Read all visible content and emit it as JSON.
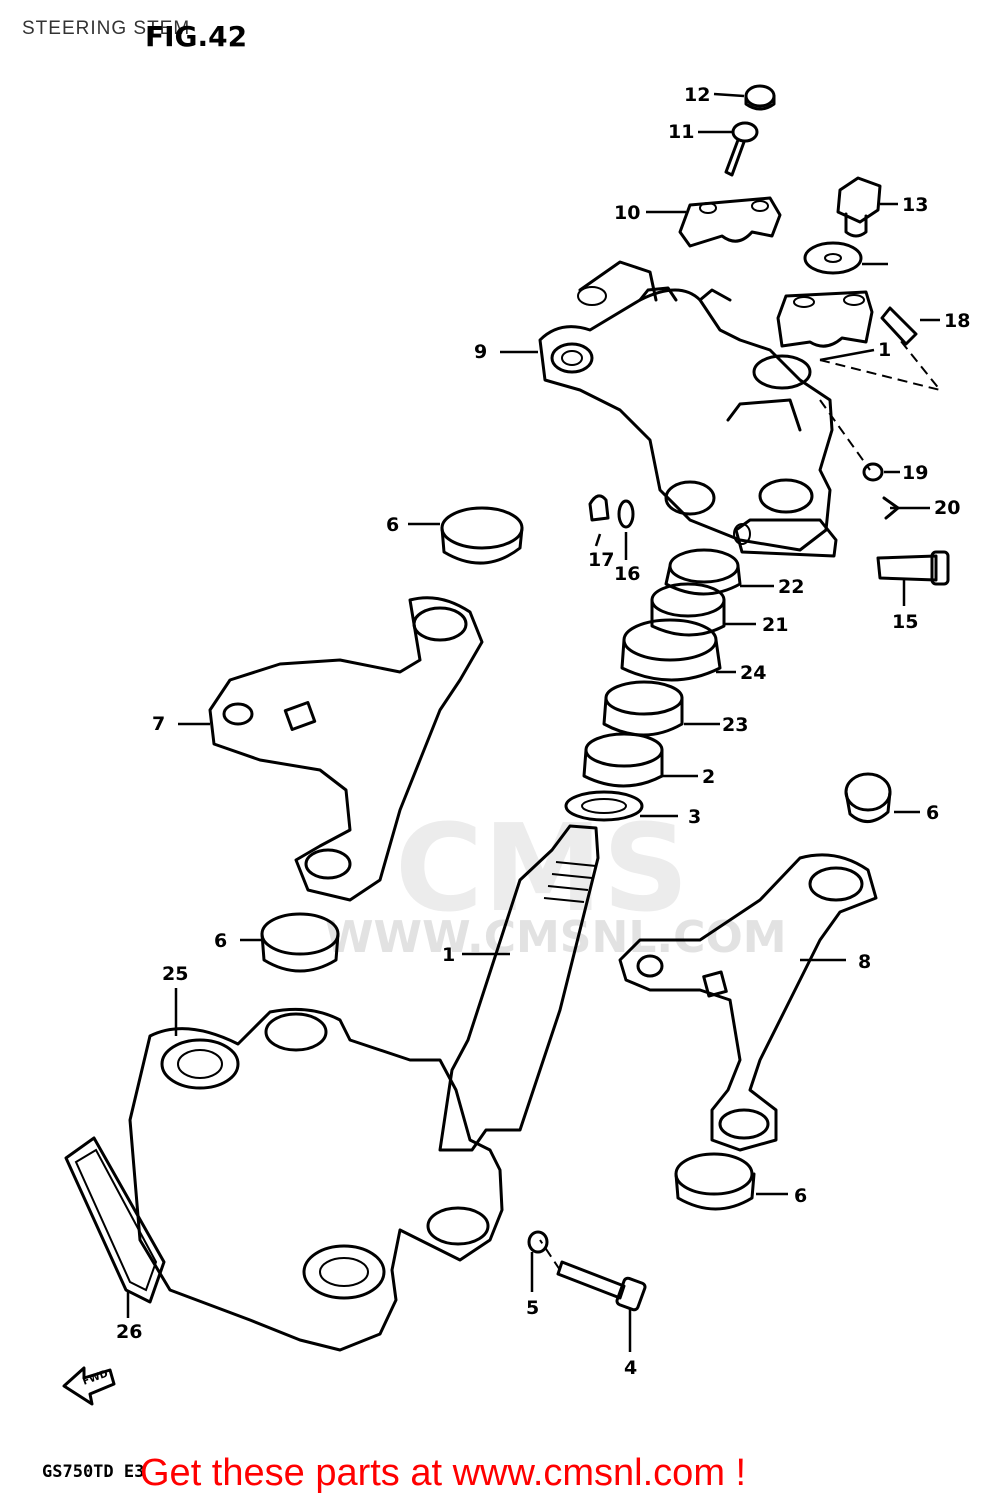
{
  "header": {
    "title": "STEERING STEM",
    "figure": "FIG.42"
  },
  "model_code": "GS750TD E3",
  "cta": "Get these parts at www.cmsnl.com !",
  "watermark": {
    "brand": "CMS",
    "url": "WWW.CMSNL.COM"
  },
  "callouts": [
    {
      "num": "12"
    },
    {
      "num": "11"
    },
    {
      "num": "10"
    },
    {
      "num": "13"
    },
    {
      "num": "18"
    },
    {
      "num": "1"
    },
    {
      "num": "9"
    },
    {
      "num": "19"
    },
    {
      "num": "20"
    },
    {
      "num": "6"
    },
    {
      "num": "17"
    },
    {
      "num": "16"
    },
    {
      "num": "22"
    },
    {
      "num": "15"
    },
    {
      "num": "21"
    },
    {
      "num": "24"
    },
    {
      "num": "7"
    },
    {
      "num": "23"
    },
    {
      "num": "2"
    },
    {
      "num": "6"
    },
    {
      "num": "3"
    },
    {
      "num": "6"
    },
    {
      "num": "1"
    },
    {
      "num": "8"
    },
    {
      "num": "25"
    },
    {
      "num": "6"
    },
    {
      "num": "26"
    },
    {
      "num": "5"
    },
    {
      "num": "4"
    }
  ],
  "fwd_label": "FWD",
  "colors": {
    "cta": "#ff0000",
    "line": "#000000",
    "watermark": "#e2e2e2"
  }
}
